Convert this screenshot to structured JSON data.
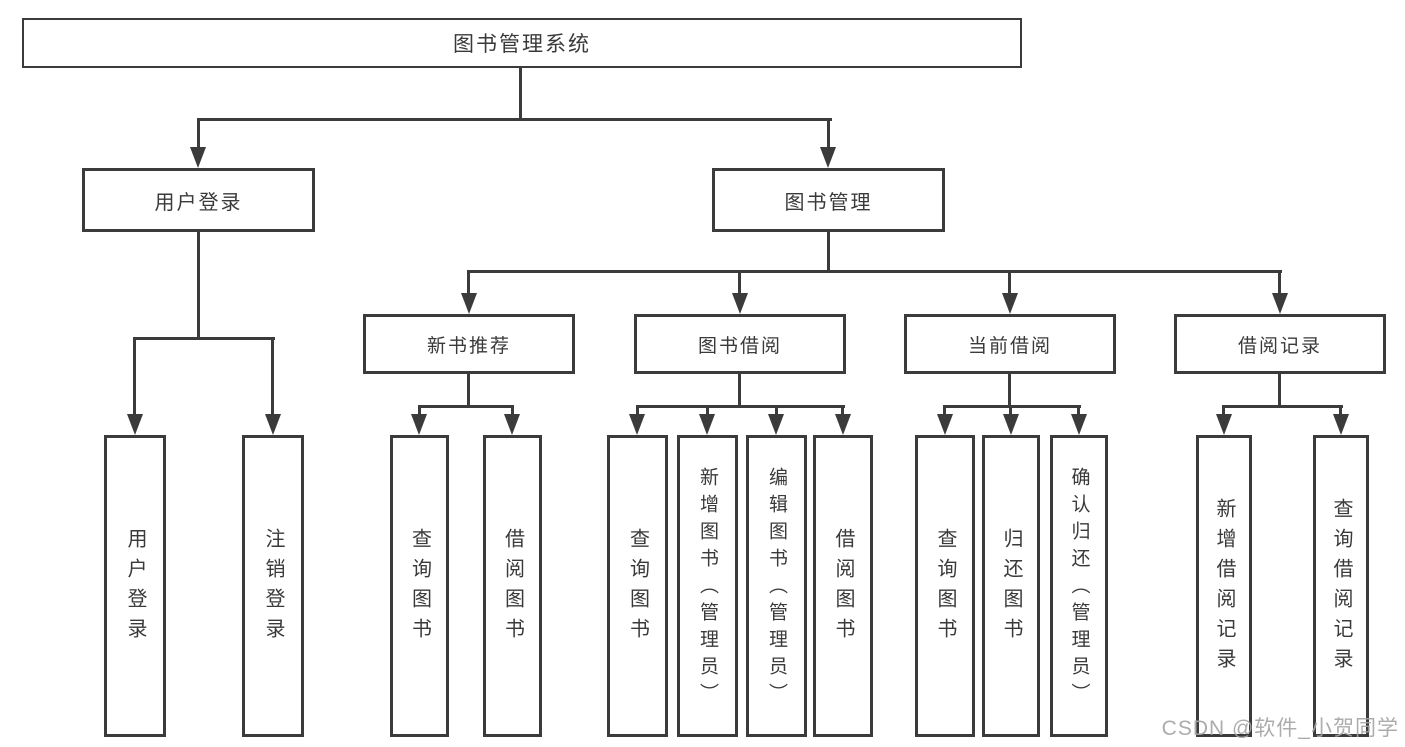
{
  "tree": {
    "label": "图书管理系统",
    "children": [
      {
        "label": "用户登录",
        "children": [
          {
            "label": "用户登录"
          },
          {
            "label": "注销登录"
          }
        ]
      },
      {
        "label": "图书管理",
        "children": [
          {
            "label": "新书推荐",
            "children": [
              {
                "label": "查询图书"
              },
              {
                "label": "借阅图书"
              }
            ]
          },
          {
            "label": "图书借阅",
            "children": [
              {
                "label": "查询图书"
              },
              {
                "label": "新增图书（管理员）"
              },
              {
                "label": "编辑图书（管理员）"
              },
              {
                "label": "借阅图书"
              }
            ]
          },
          {
            "label": "当前借阅",
            "children": [
              {
                "label": "查询图书"
              },
              {
                "label": "归还图书"
              },
              {
                "label": "确认归还（管理员）"
              }
            ]
          },
          {
            "label": "借阅记录",
            "children": [
              {
                "label": "新增借阅记录"
              },
              {
                "label": "查询借阅记录"
              }
            ]
          }
        ]
      }
    ]
  },
  "watermark": "CSDN @软件_小贺同学",
  "colors": {
    "line": "#3b3b3b",
    "text": "#3a3a3a",
    "watermark": "#a5a5a5",
    "background": "#ffffff"
  }
}
